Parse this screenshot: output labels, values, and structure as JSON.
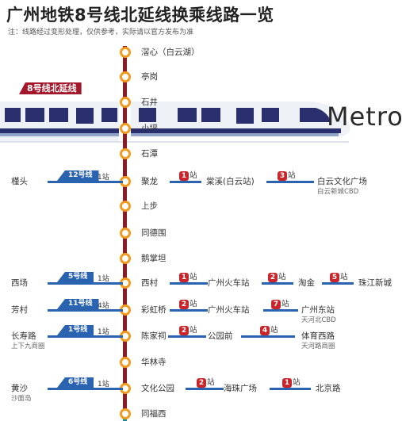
{
  "title": "广州地铁8号线北延线换乘线路一览",
  "note": "注：线路经过变形处理，仅供参考，实际请以官方发布为准",
  "badge": "8号线北延线",
  "metro_text": "Metro",
  "colors": {
    "line8": "#8b1b24",
    "accent": "#a4172a",
    "dot": "#f39a1e",
    "transfer_blue": "#2a63b0",
    "count_red": "#c8262a"
  },
  "stations": [
    {
      "name": "滘心（白云湖）"
    },
    {
      "name": "亭岗"
    },
    {
      "name": "石井"
    },
    {
      "name": "小坪"
    },
    {
      "name": "石潭"
    },
    {
      "name": "聚龙"
    },
    {
      "name": "上步"
    },
    {
      "name": "同德围"
    },
    {
      "name": "鹅掌坦"
    },
    {
      "name": "西村"
    },
    {
      "name": "彩虹桥"
    },
    {
      "name": "陈家祠"
    },
    {
      "name": "华林寺"
    },
    {
      "name": "文化公园"
    },
    {
      "name": "同福西"
    }
  ],
  "transfers": [
    {
      "left": "槿头",
      "left_sub": "",
      "line": "12号线",
      "count": "1站",
      "hops": [
        {
          "n": "1",
          "unit": "站",
          "to": "棠溪(白云站)",
          "sub": ""
        },
        {
          "n": "3",
          "unit": "站",
          "to": "白云文化广场",
          "sub": "白云新城CBD"
        }
      ]
    },
    {
      "left": "西场",
      "left_sub": "",
      "line": "5号线",
      "count": "1站",
      "hops": [
        {
          "n": "1",
          "unit": "站",
          "to": "广州火车站",
          "sub": ""
        },
        {
          "n": "2",
          "unit": "站",
          "to": "淘金",
          "sub": ""
        },
        {
          "n": "5",
          "unit": "站",
          "to": "珠江新城",
          "sub": ""
        }
      ]
    },
    {
      "left": "芳村",
      "left_sub": "",
      "line": "11号线",
      "count": "4站",
      "hops": [
        {
          "n": "2",
          "unit": "站",
          "to": "广州火车站",
          "sub": ""
        },
        {
          "n": "7",
          "unit": "站",
          "to": "广州东站",
          "sub": "天河北CBD"
        }
      ]
    },
    {
      "left": "长寿路",
      "left_sub": "上下九商圈",
      "line": "1号线",
      "count": "1站",
      "hops": [
        {
          "n": "2",
          "unit": "站",
          "to": "公园前",
          "sub": ""
        },
        {
          "n": "4",
          "unit": "站",
          "to": "体育西路",
          "sub": "天河路商圈"
        }
      ]
    },
    {
      "left": "黄沙",
      "left_sub": "沙面岛",
      "line": "6号线",
      "count": "1站",
      "hops": [
        {
          "n": "2",
          "unit": "站",
          "to": "海珠广场",
          "sub": ""
        },
        {
          "n": "1",
          "unit": "站",
          "to": "北京路",
          "sub": ""
        }
      ]
    }
  ]
}
